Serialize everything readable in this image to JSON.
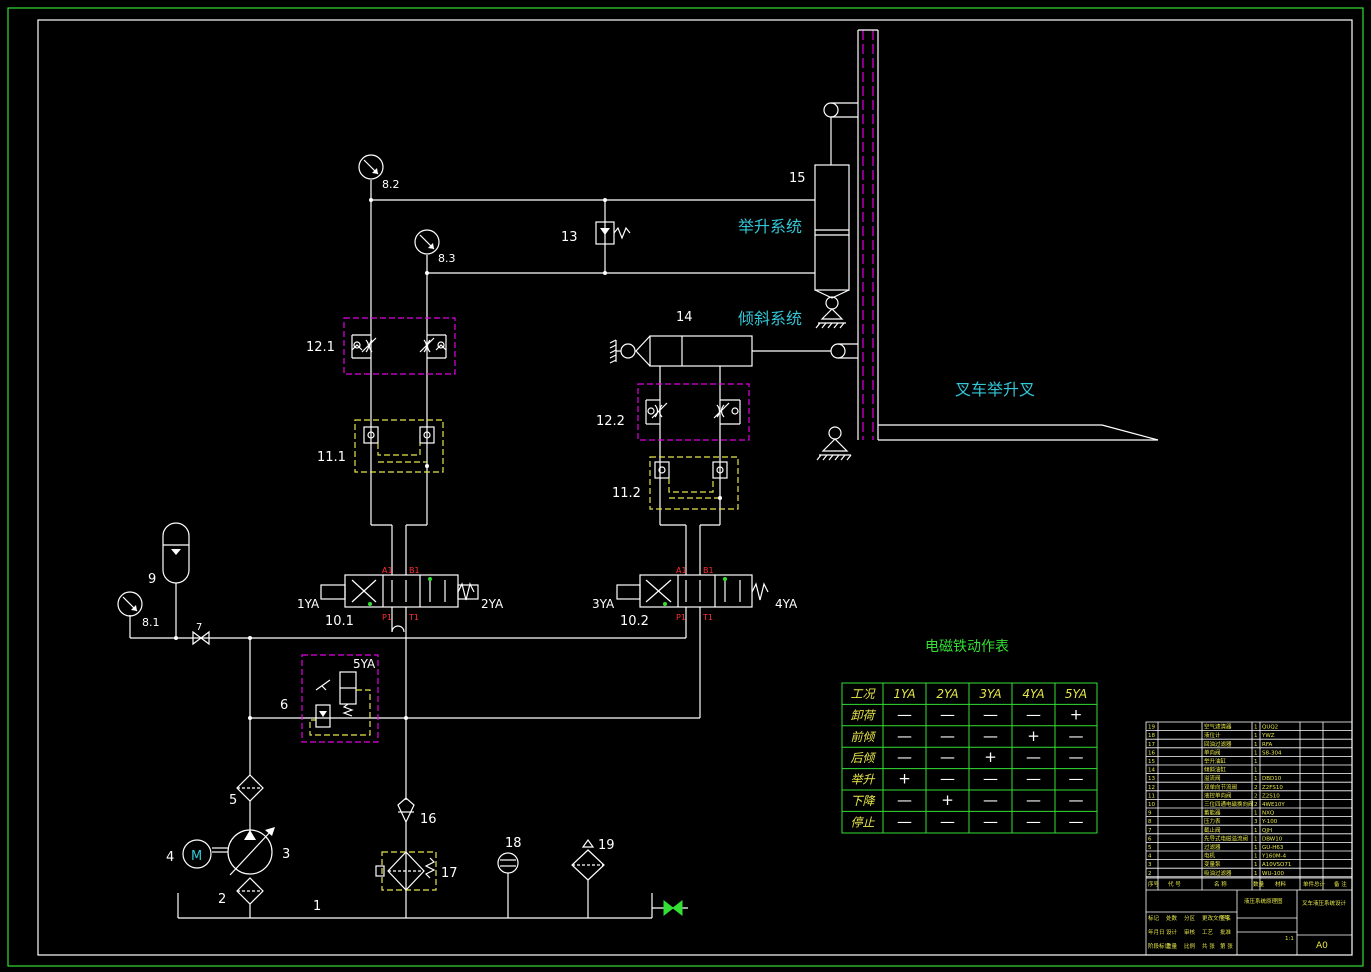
{
  "labels": {
    "n1": "1",
    "n2": "2",
    "n3": "3",
    "n4": "4",
    "n5": "5",
    "n6": "6",
    "n7": "7",
    "n81": "8.1",
    "n82": "8.2",
    "n83": "8.3",
    "n9": "9",
    "n101": "10.1",
    "n102": "10.2",
    "n111": "11.1",
    "n112": "11.2",
    "n121": "12.1",
    "n122": "12.2",
    "n13": "13",
    "n14": "14",
    "n15": "15",
    "n16": "16",
    "n17": "17",
    "n18": "18",
    "n19": "19",
    "ya1": "1YA",
    "ya2": "2YA",
    "ya3": "3YA",
    "ya4": "4YA",
    "ya5": "5YA",
    "motor": "M",
    "port_a1": "A1",
    "port_b1": "B1",
    "port_p1": "P1",
    "port_t1": "T1"
  },
  "system_titles": {
    "lift": "举升系统",
    "tilt": "倾斜系统",
    "fork": "叉车举升叉"
  },
  "solenoid_table": {
    "title": "电磁铁动作表",
    "headers": [
      "工况",
      "1YA",
      "2YA",
      "3YA",
      "4YA",
      "5YA"
    ],
    "rows": [
      {
        "name": "卸荷",
        "cells": [
          "—",
          "—",
          "—",
          "—",
          "+"
        ]
      },
      {
        "name": "前倾",
        "cells": [
          "—",
          "—",
          "—",
          "+",
          "—"
        ]
      },
      {
        "name": "后倾",
        "cells": [
          "—",
          "—",
          "+",
          "—",
          "—"
        ]
      },
      {
        "name": "举升",
        "cells": [
          "+",
          "—",
          "—",
          "—",
          "—"
        ]
      },
      {
        "name": "下降",
        "cells": [
          "—",
          "+",
          "—",
          "—",
          "—"
        ]
      },
      {
        "name": "停止",
        "cells": [
          "—",
          "—",
          "—",
          "—",
          "—"
        ]
      }
    ]
  },
  "title_block": {
    "parts": [
      [
        "19",
        "空气滤清器",
        "1",
        "QUQ2"
      ],
      [
        "18",
        "液位计",
        "1",
        "YWZ"
      ],
      [
        "17",
        "回油过滤器",
        "1",
        "RFA"
      ],
      [
        "16",
        "单向阀",
        "1",
        "S8-304"
      ],
      [
        "15",
        "举升油缸",
        "1",
        ""
      ],
      [
        "14",
        "倾斜油缸",
        "1",
        ""
      ],
      [
        "13",
        "溢流阀",
        "1",
        "DBD10"
      ],
      [
        "12",
        "双单向节流阀",
        "2",
        "Z2FS10"
      ],
      [
        "11",
        "液控单向阀",
        "2",
        "Z2S10"
      ],
      [
        "10",
        "三位四通电磁换向阀",
        "2",
        "4WE10Y"
      ],
      [
        "9",
        "蓄能器",
        "1",
        "NXQ"
      ],
      [
        "8",
        "压力表",
        "3",
        "Y-100"
      ],
      [
        "7",
        "截止阀",
        "1",
        "QJH"
      ],
      [
        "6",
        "先导式电磁溢流阀",
        "1",
        "DBW10"
      ],
      [
        "5",
        "过滤器",
        "1",
        "GU-H63"
      ],
      [
        "4",
        "电机",
        "1",
        "Y160M-4"
      ],
      [
        "3",
        "变量泵",
        "1",
        "A10VSO71"
      ],
      [
        "2",
        "吸油过滤器",
        "1",
        "WU-100"
      ]
    ],
    "col_headers": [
      "序号",
      "代 号",
      "名 称",
      "数量",
      "材料",
      "单件",
      "总计",
      "备 注"
    ],
    "drawing_name": "液压系统原理图",
    "design_title": "叉车液压系统设计",
    "scale": "1:1",
    "size": "A0",
    "small_labels": [
      "标记",
      "处数",
      "分区",
      "更改文件号",
      "签名",
      "年月日",
      "设计",
      "审核",
      "工艺",
      "批准",
      "阶段标记",
      "重量",
      "比例",
      "共 张",
      "第 张"
    ]
  }
}
